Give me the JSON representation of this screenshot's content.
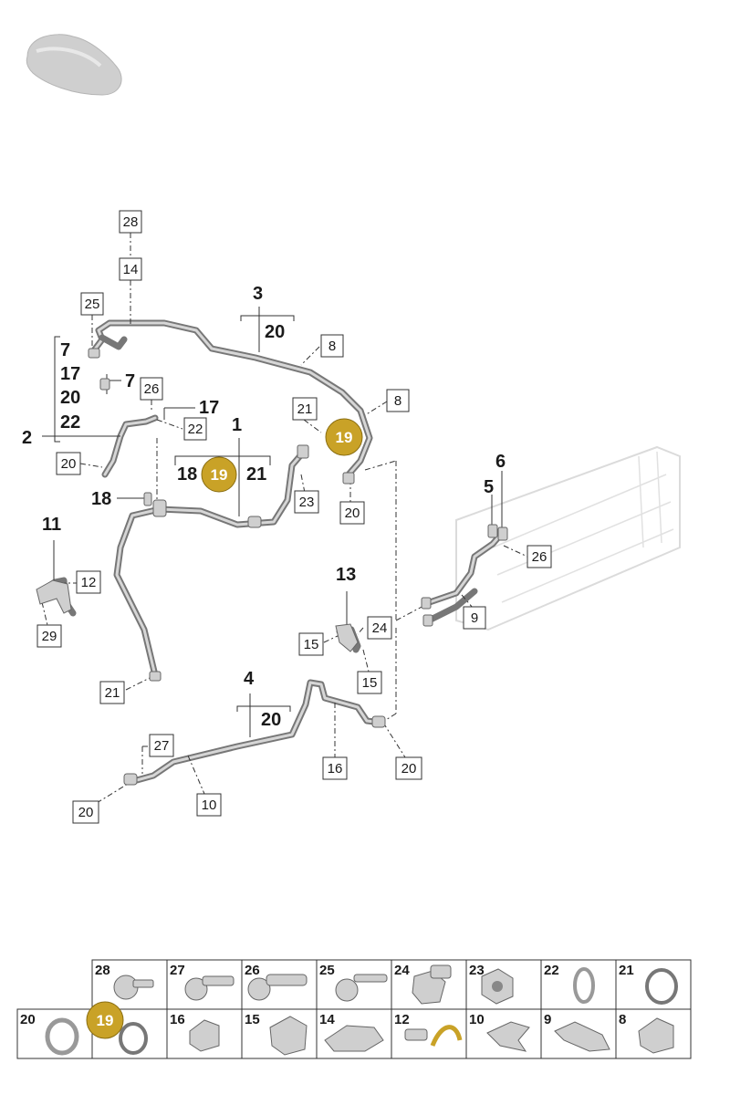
{
  "callouts": {
    "c1": "1",
    "c2": "2",
    "c3": "3",
    "c4": "4",
    "c5": "5",
    "c6": "6",
    "c11": "11",
    "c13": "13",
    "c3_sub": "20",
    "c4_sub": "20",
    "c1_sub_a": "18",
    "c1_sub_b": "19",
    "c1_sub_c": "21",
    "c2_list": [
      "7",
      "17",
      "20",
      "22"
    ],
    "c7": "7",
    "c17": "17",
    "c18": "18",
    "badge_19": "19"
  },
  "boxes": {
    "b28": "28",
    "b14": "14",
    "b25": "25",
    "b26_left": "26",
    "b22": "22",
    "b20_left": "20",
    "b8_top": "8",
    "b8_right": "8",
    "b21_top": "21",
    "b23": "23",
    "b20_mid": "20",
    "b12": "12",
    "b29": "29",
    "b21_low": "21",
    "b15_left": "15",
    "b24": "24",
    "b15_right": "15",
    "b9": "9",
    "b26_right": "26",
    "b27": "27",
    "b16": "16",
    "b20_low": "20",
    "b10": "10",
    "b20_bottom": "20"
  },
  "badge_color": "#c9a227",
  "parts_table": {
    "row1": [
      "28",
      "27",
      "26",
      "25",
      "24",
      "23",
      "22",
      "21"
    ],
    "row2": [
      "20",
      "19",
      "16",
      "15",
      "14",
      "12",
      "10",
      "9",
      "8"
    ]
  }
}
